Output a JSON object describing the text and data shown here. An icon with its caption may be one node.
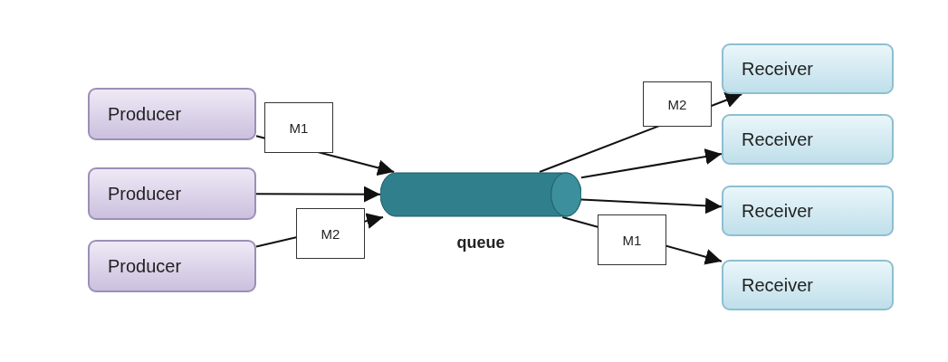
{
  "diagram": {
    "nodes": [
      {
        "text": [
          "Producer"
        ]
      },
      {
        "text": [
          "Producer"
        ]
      },
      {
        "text": [
          "Producer"
        ]
      },
      {
        "text": [
          "queue"
        ]
      },
      {
        "text": [
          "Receiver"
        ]
      },
      {
        "text": [
          "Receiver"
        ]
      },
      {
        "text": [
          "Receiver"
        ]
      },
      {
        "text": [
          "Receiver"
        ]
      }
    ],
    "edges": [
      {
        "from": 0,
        "to": 3,
        "arrow": "to",
        "label": "M1"
      },
      {
        "from": 1,
        "to": 3,
        "arrow": "to"
      },
      {
        "from": 2,
        "to": 3,
        "arrow": "to",
        "label": "M2"
      },
      {
        "from": 3,
        "to": 4,
        "arrow": "to",
        "label": "M2"
      },
      {
        "from": 3,
        "to": 5,
        "arrow": "to"
      },
      {
        "from": 3,
        "to": 6,
        "arrow": "to"
      },
      {
        "from": 3,
        "to": 7,
        "arrow": "to",
        "label": "M1"
      }
    ]
  }
}
